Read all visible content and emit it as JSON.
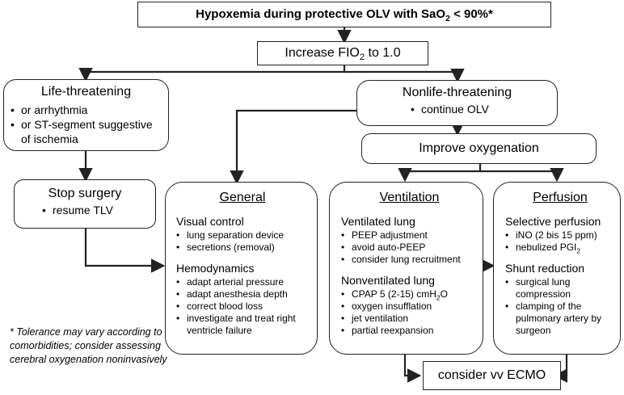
{
  "top": {
    "prefix": "Hypoxemia during protective OLV with SaO",
    "sub": "2",
    "suffix": " < 90%*"
  },
  "fio2": {
    "prefix": "Increase FIO",
    "sub": "2",
    "suffix": " to 1.0"
  },
  "life": {
    "title": "Life-threatening",
    "items": [
      "or arrhythmia",
      "or ST-segment suggestive of ischemia"
    ]
  },
  "nonlife": {
    "title": "Nonlife-threatening",
    "items": [
      "continue OLV"
    ]
  },
  "improve": {
    "title": "Improve oxygenation"
  },
  "stop": {
    "title": "Stop surgery",
    "items": [
      "resume TLV"
    ]
  },
  "general": {
    "title": "General",
    "sec1": {
      "heading": "Visual control",
      "items": [
        "lung separation device",
        "secretions (removal)"
      ]
    },
    "sec2": {
      "heading": "Hemodynamics",
      "items": [
        "adapt arterial pressure",
        "adapt anesthesia depth",
        "correct blood loss",
        "investigate and treat right ventricle failure"
      ]
    }
  },
  "ventilation": {
    "title": "Ventilation",
    "sec1": {
      "heading": "Ventilated lung",
      "items": [
        "PEEP adjustment",
        "avoid auto-PEEP",
        "consider lung recruitment"
      ]
    },
    "sec2": {
      "heading": "Nonventilated lung",
      "cpap": {
        "prefix": "CPAP 5 (2-15) cmH",
        "sub": "2",
        "suffix": "O"
      },
      "items": [
        "oxygen insufflation",
        "jet ventilation",
        "partial reexpansion"
      ]
    }
  },
  "perfusion": {
    "title": "Perfusion",
    "sec1": {
      "heading": "Selective perfusion",
      "item1": "iNO (2 bis 15 ppm)",
      "pgi": {
        "prefix": "nebulized PGI",
        "sub": "2"
      }
    },
    "sec2": {
      "heading": "Shunt reduction",
      "items": [
        "surgical lung compression",
        "clamping of the pulmonary artery by surgeon"
      ]
    }
  },
  "ecmo": {
    "title": "consider vv ECMO"
  },
  "note": {
    "text": "* Tolerance may vary according to comorbidities; consider assessing cerebral oxygenation noninvasively"
  },
  "colors": {
    "line": "#222222",
    "background": "#ffffff"
  }
}
